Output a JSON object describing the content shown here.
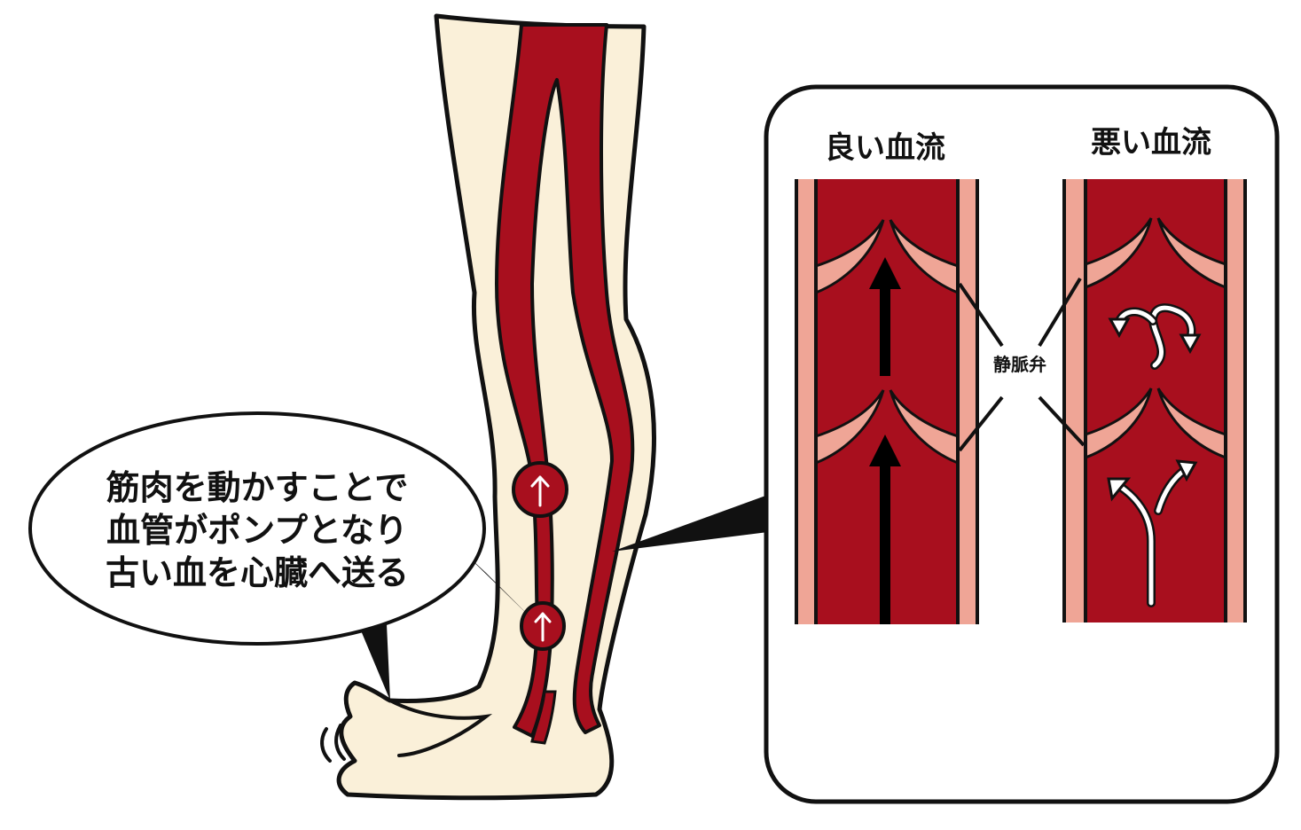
{
  "bubble": {
    "lines": [
      "筋肉を動かすことで",
      "血管がポンプとなり",
      "古い血を心臓へ送る"
    ]
  },
  "panel": {
    "good_title": "良い血流",
    "bad_title": "悪い血流",
    "valve_label": "静脈弁"
  },
  "colors": {
    "skin": "#faf0d9",
    "vein": "#a80f1e",
    "vessel_wall": "#efa596",
    "outline": "#111111",
    "arrow_white": "#ffffff",
    "arrow_black": "#000000"
  }
}
